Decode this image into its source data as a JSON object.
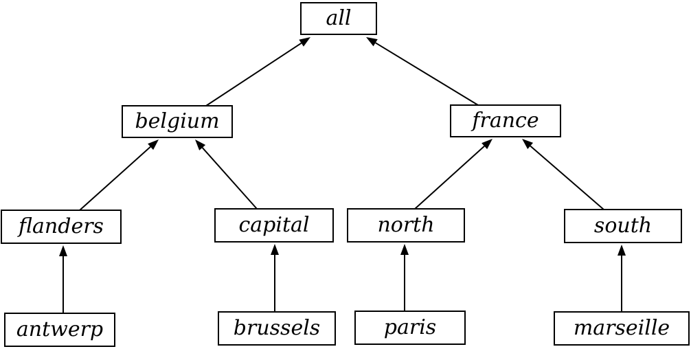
{
  "nodes": {
    "all": "all",
    "belgium": "belgium",
    "france": "france",
    "flanders": "flanders",
    "capital": "capital",
    "north": "north",
    "south": "south",
    "antwerp": "antwerp",
    "brussels": "brussels",
    "paris": "paris",
    "marseille": "marseille"
  },
  "edges": [
    {
      "from": "belgium",
      "to": "all"
    },
    {
      "from": "france",
      "to": "all"
    },
    {
      "from": "flanders",
      "to": "belgium"
    },
    {
      "from": "capital",
      "to": "belgium"
    },
    {
      "from": "north",
      "to": "france"
    },
    {
      "from": "south",
      "to": "france"
    },
    {
      "from": "antwerp",
      "to": "flanders"
    },
    {
      "from": "brussels",
      "to": "capital"
    },
    {
      "from": "paris",
      "to": "north"
    },
    {
      "from": "marseille",
      "to": "south"
    }
  ],
  "colors": {
    "stroke": "#000000",
    "fill": "#ffffff"
  }
}
